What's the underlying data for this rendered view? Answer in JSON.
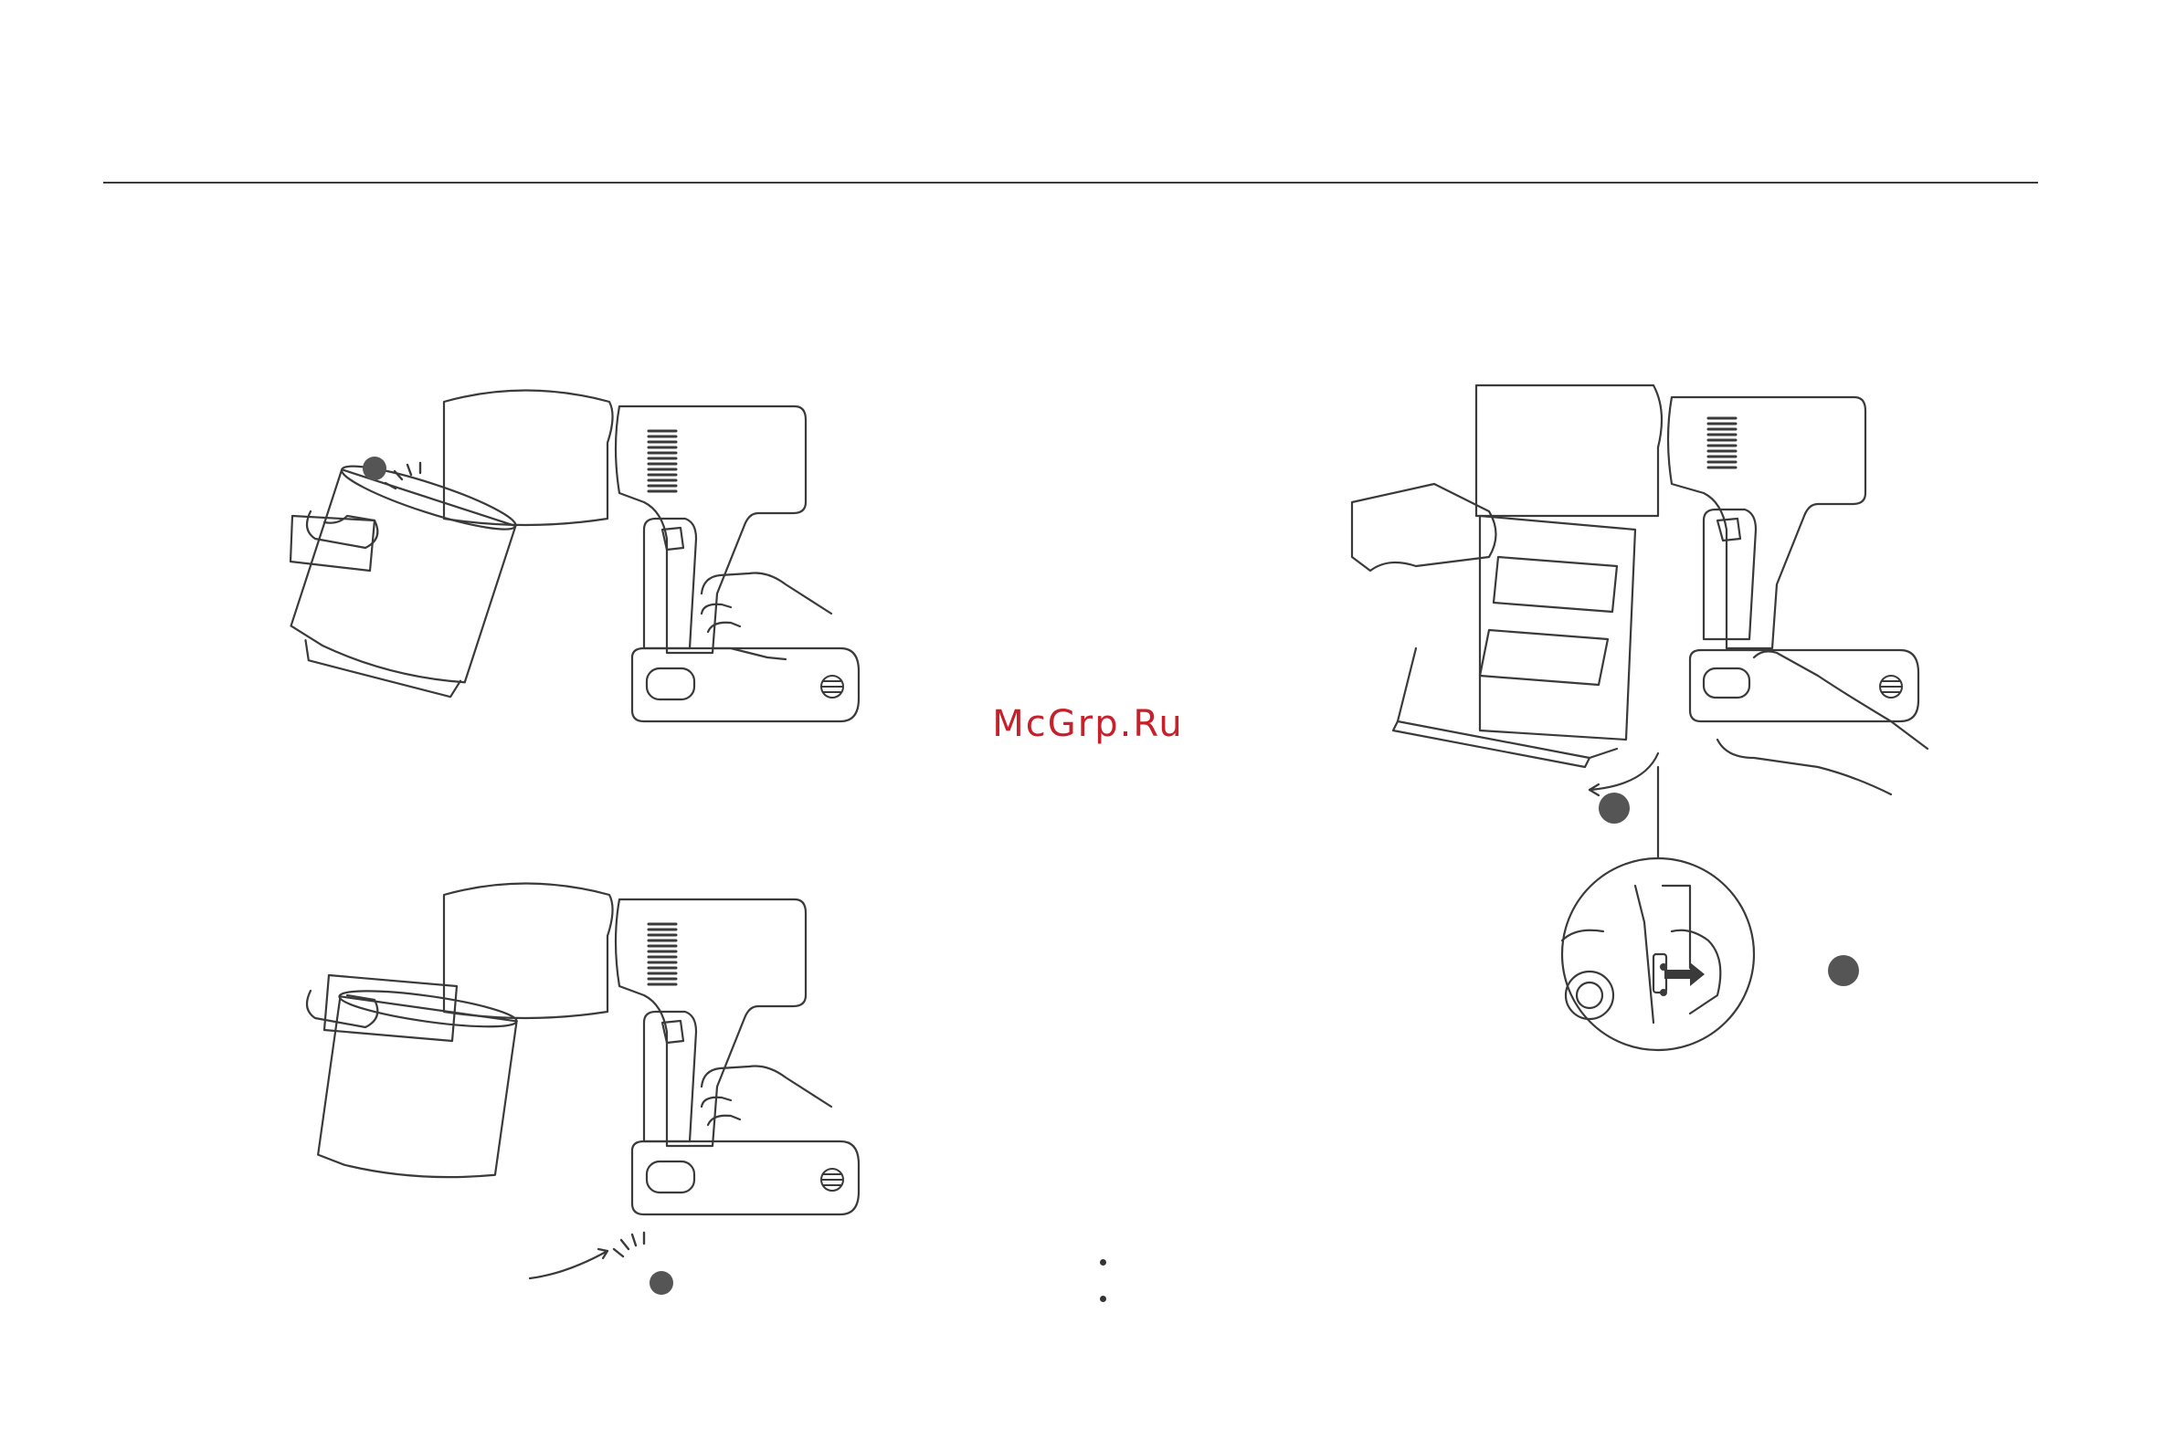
{
  "watermark": {
    "text": "McGrp.Ru"
  },
  "figures": [
    {
      "id": "remove-dustbin",
      "step_markers": 1
    },
    {
      "id": "install-dustbin",
      "step_markers": 1
    },
    {
      "id": "open-dustbin-lid",
      "step_markers": 2
    }
  ],
  "colors": {
    "line": "#3a3a3a",
    "marker": "#555555",
    "watermark": "#c8202a"
  },
  "bullets": {
    "count": 2
  }
}
